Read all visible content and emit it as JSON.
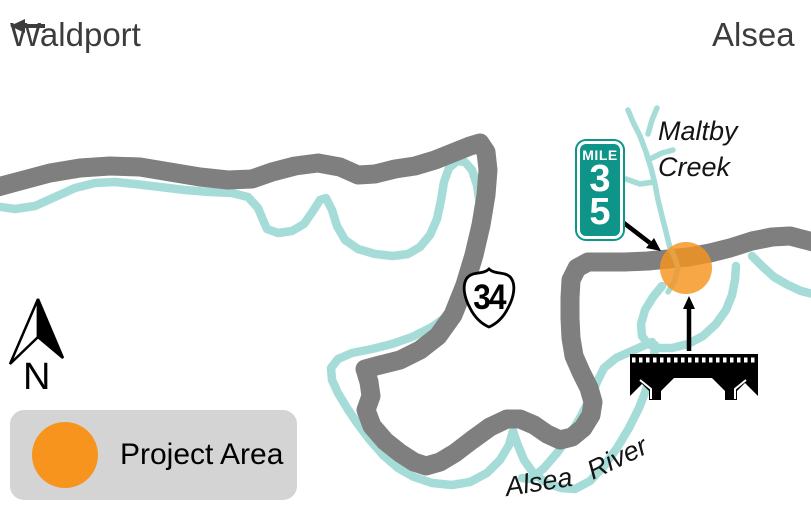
{
  "map": {
    "top_labels": {
      "west": "Waldport",
      "east": "Alsea",
      "west_arrow_icon": "left-arrow-icon"
    },
    "labels": {
      "maltby_creek_line1": "Maltby",
      "maltby_creek_line2": "Creek",
      "alsea_river_word1": "Alsea",
      "alsea_river_word2": "River",
      "north": "N"
    },
    "route_shield": {
      "number": "34"
    },
    "milepost": {
      "title": "MILE",
      "digit1": "3",
      "digit2": "5"
    },
    "legend": {
      "label": "Project Area"
    },
    "icons": {
      "bridge": "bridge-icon",
      "north_arrow": "north-arrow-icon",
      "project_area_marker": "project-area-circle"
    },
    "colors": {
      "road": "#7F7F7F",
      "river": "#A6DCD8",
      "project_area": "#F7941E",
      "milepost_green": "#0E9488",
      "legend_bg": "#D4D4D4",
      "heading_text": "#3C3C3C"
    }
  }
}
